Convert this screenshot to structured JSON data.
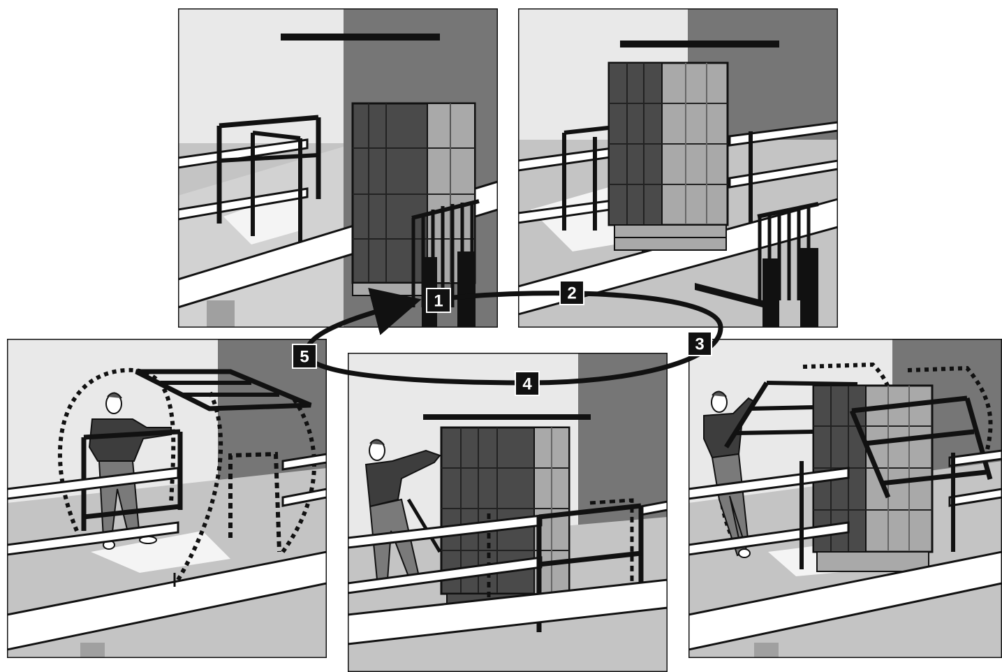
{
  "diagram": {
    "steps": [
      {
        "number": "1",
        "panel": "pallet-loaded-onto-mezzanine"
      },
      {
        "number": "2",
        "panel": "forklift-withdraws-gate-rises"
      },
      {
        "number": "3",
        "panel": "worker-lowers-rear-gate"
      },
      {
        "number": "4",
        "panel": "worker-pulls-pallet-from-edge"
      },
      {
        "number": "5",
        "panel": "worker-raises-front-gate"
      }
    ],
    "colors": {
      "outline": "#111111",
      "light_wall": "#e9e9e9",
      "dark_wall": "#767676",
      "floor": "#c4c4c4",
      "box_dark": "#4a4a4a",
      "box_light": "#a9a9a9",
      "railing": "#ffffff"
    }
  }
}
